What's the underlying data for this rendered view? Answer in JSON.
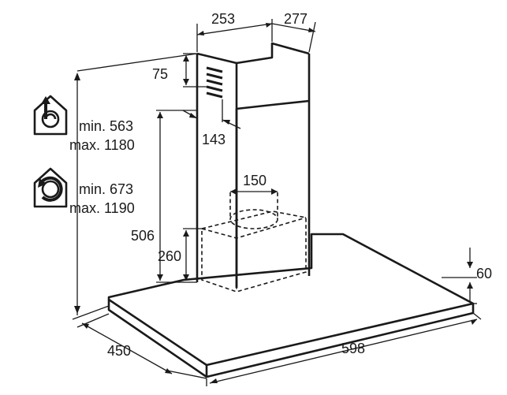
{
  "dimensions": {
    "chimney_width": "253",
    "chimney_depth": "277",
    "vent_height": "75",
    "chimney_offset": "143",
    "outlet_diameter": "150",
    "canopy_to_outlet": "506",
    "motor_height": "260",
    "canopy_thickness": "60",
    "canopy_depth": "450",
    "canopy_width": "598"
  },
  "modes": [
    {
      "icon": "extraction-mode-icon",
      "min": "min. 563",
      "max": "max. 1180"
    },
    {
      "icon": "recirculation-mode-icon",
      "min": "min. 673",
      "max": "max. 1190"
    }
  ],
  "colors": {
    "line": "#1a1a1a",
    "background": "#ffffff"
  }
}
